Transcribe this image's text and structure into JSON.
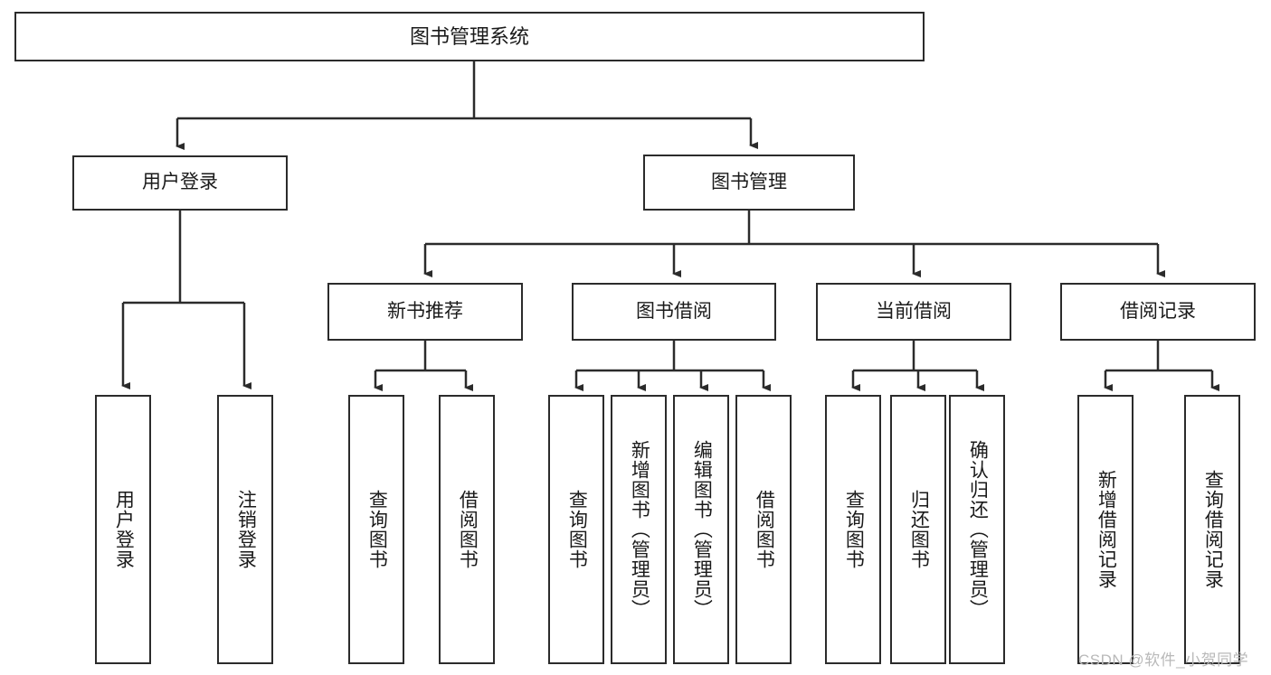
{
  "diagram": {
    "title": "图书管理系统",
    "type": "tree",
    "watermark": "CSDN @软件_小贺同学",
    "colors": {
      "border": "#2b2b2b",
      "fill": "#ffffff",
      "text": "#1a1a1a",
      "connector": "#2b2b2b",
      "watermark": "#b9b9b9"
    },
    "nodes": {
      "root": {
        "label": "图书管理系统"
      },
      "level1": [
        {
          "label": "用户登录"
        },
        {
          "label": "图书管理"
        }
      ],
      "level2": [
        {
          "label": "新书推荐"
        },
        {
          "label": "图书借阅"
        },
        {
          "label": "当前借阅"
        },
        {
          "label": "借阅记录"
        }
      ],
      "leaves_user_login": [
        {
          "label": "用户登录"
        },
        {
          "label": "注销登录"
        }
      ],
      "leaves_new_book": [
        {
          "label": "查询图书"
        },
        {
          "label": "借阅图书"
        }
      ],
      "leaves_borrow": [
        {
          "label": "查询图书"
        },
        {
          "label": "新增图书（管理员）"
        },
        {
          "label": "编辑图书（管理员）"
        },
        {
          "label": "借阅图书"
        }
      ],
      "leaves_current": [
        {
          "label": "查询图书"
        },
        {
          "label": "归还图书"
        },
        {
          "label": "确认归还（管理员）"
        }
      ],
      "leaves_record": [
        {
          "label": "新增借阅记录"
        },
        {
          "label": "查询借阅记录"
        }
      ]
    }
  }
}
